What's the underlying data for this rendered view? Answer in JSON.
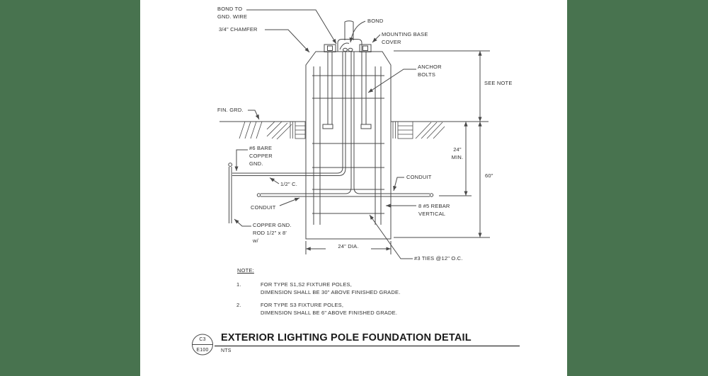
{
  "canvas": {
    "margin_color": "#48734f",
    "paper_color": "#ffffff",
    "line_color": "#4a4a4a"
  },
  "drawing": {
    "labels": {
      "bond_to": "BOND TO\nGND. WIRE",
      "chamfer": "3/4\" CHAMFER",
      "bond": "BOND",
      "mounting_base_cover": "MOUNTING BASE\nCOVER",
      "anchor_bolts": "ANCHOR\nBOLTS",
      "see_note": "SEE NOTE",
      "fin_grd": "FIN. GRD.",
      "bare_copper_gnd": "#6 BARE\nCOPPER\nGND.",
      "half_inch_c": "1/2\" C.",
      "dim_24_min": "24\"\nMIN.",
      "dim_60": "60\"",
      "conduit_right": "CONDUIT",
      "conduit_left": "CONDUIT",
      "rebar_vertical": "8 #5 REBAR\nVERTICAL",
      "copper_gnd_rod": "COPPER GND.\nROD 1/2\" x 8'\nw/",
      "dim_24_dia": "24\" DIA.",
      "ties": "#3 TIES @12\" O.C."
    },
    "notes": {
      "heading": "NOTE:",
      "items": [
        {
          "num": "1.",
          "text": "FOR TYPE S1,S2 FIXTURE POLES,\nDIMENSION SHALL BE 30\" ABOVE FINISHED GRADE."
        },
        {
          "num": "2.",
          "text": "FOR TYPE S3 FIXTURE POLES,\nDIMENSION SHALL BE 6\" ABOVE FINISHED GRADE."
        }
      ]
    },
    "title_block": {
      "detail_id": "C3",
      "sheet_ref": "E100",
      "title": "EXTERIOR LIGHTING POLE FOUNDATION DETAIL",
      "scale": "NTS"
    }
  }
}
